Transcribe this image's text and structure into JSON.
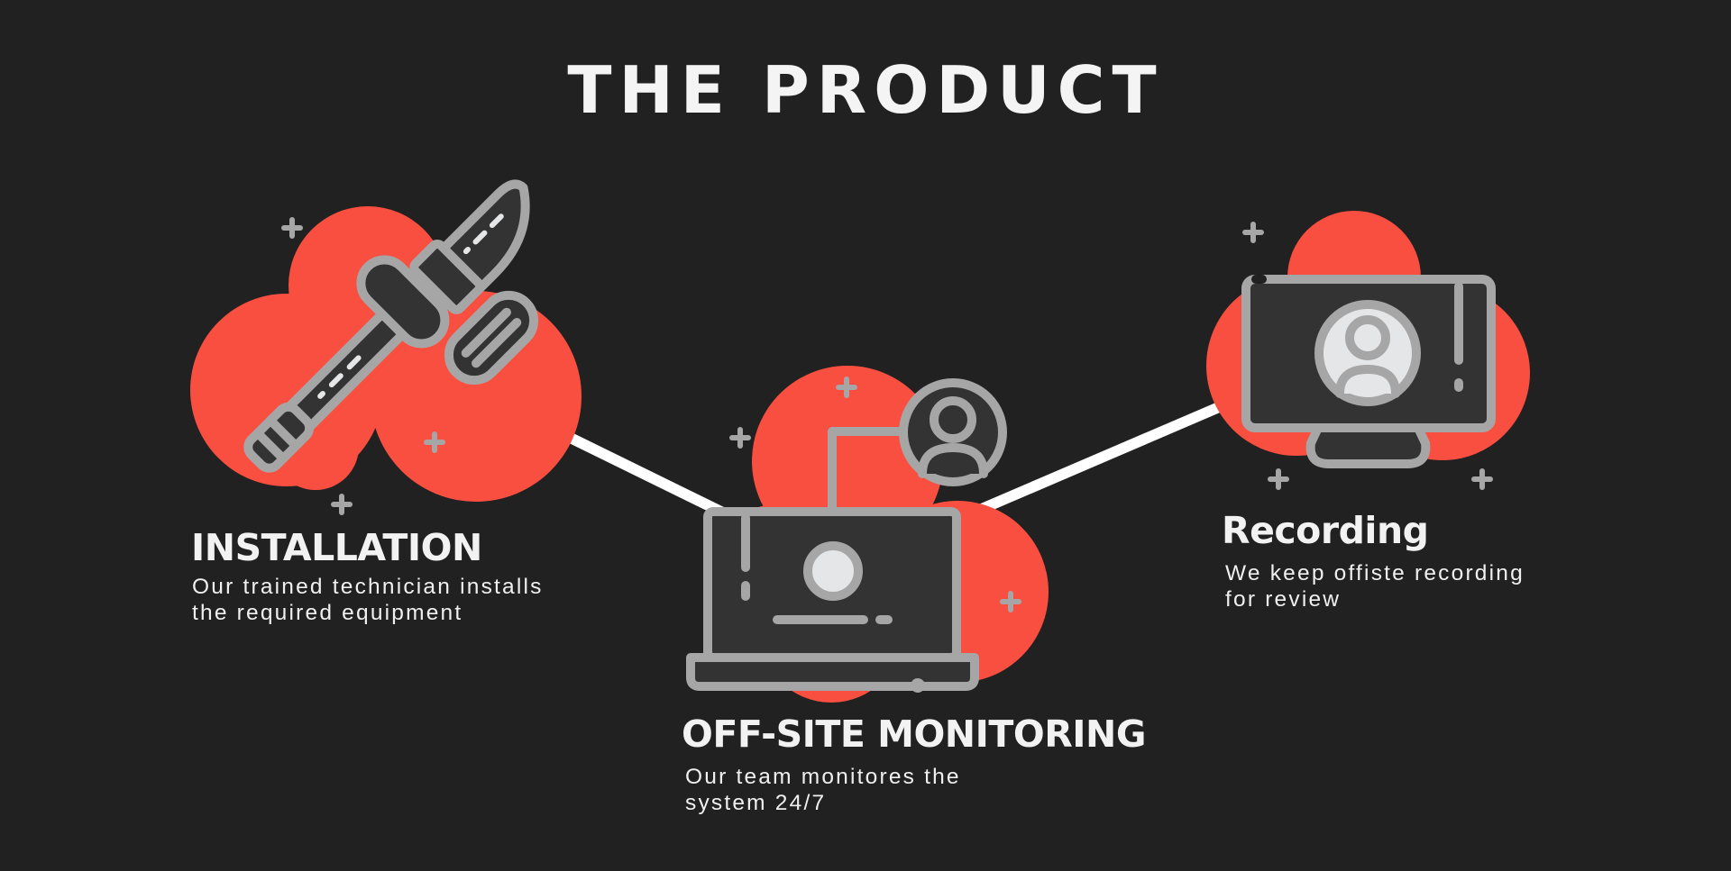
{
  "title": "THE PRODUCT",
  "colors": {
    "background": "#212121",
    "accent": "#f94f40",
    "icon_stroke": "#a6a6a6",
    "icon_fill": "#333333",
    "icon_light": "#e5e6e8",
    "connector": "#ffffff"
  },
  "steps": [
    {
      "heading": "INSTALLATION",
      "desc_lines": [
        "Our trained technician installs",
        "the required equipment"
      ],
      "icon": "hammer-icon"
    },
    {
      "heading": "OFF-SITE MONITORING",
      "desc_lines": [
        "Our team monitores the",
        "system 24/7"
      ],
      "icon": "laptop-user-icon"
    },
    {
      "heading": "Recording",
      "desc_lines": [
        "We keep offiste recording",
        "for review"
      ],
      "icon": "monitor-user-icon"
    }
  ]
}
